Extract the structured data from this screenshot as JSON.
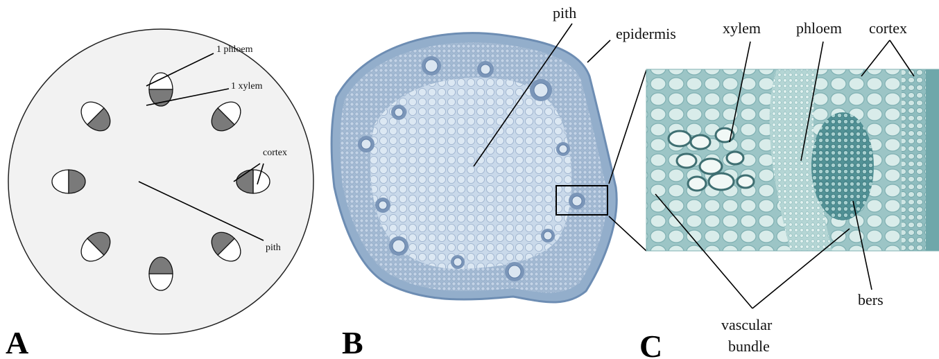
{
  "panels": {
    "a": "A",
    "b": "B",
    "c": "C"
  },
  "diagram_a": {
    "labels": {
      "phloem": "1  phloem",
      "xylem": "1  xylem",
      "cortex": "cortex",
      "pith": "pith"
    }
  },
  "photo_b": {
    "labels": {
      "pith": "pith",
      "epidermis": "epidermis"
    }
  },
  "photo_c": {
    "labels": {
      "xylem": "xylem",
      "phloem": "phloem",
      "cortex": "cortex",
      "fibers": "bers",
      "vascular_line1": "vascular",
      "vascular_line2": "bundle"
    }
  },
  "colors": {
    "cortex_fill": "#f2f2f2",
    "xylem_fill": "#7a7a7a",
    "phloem_fill": "#ffffff",
    "stain_bg": "#9fc7c9",
    "stain_cell": "#d8ebe9",
    "section_tissue": "#a9bfd8"
  }
}
